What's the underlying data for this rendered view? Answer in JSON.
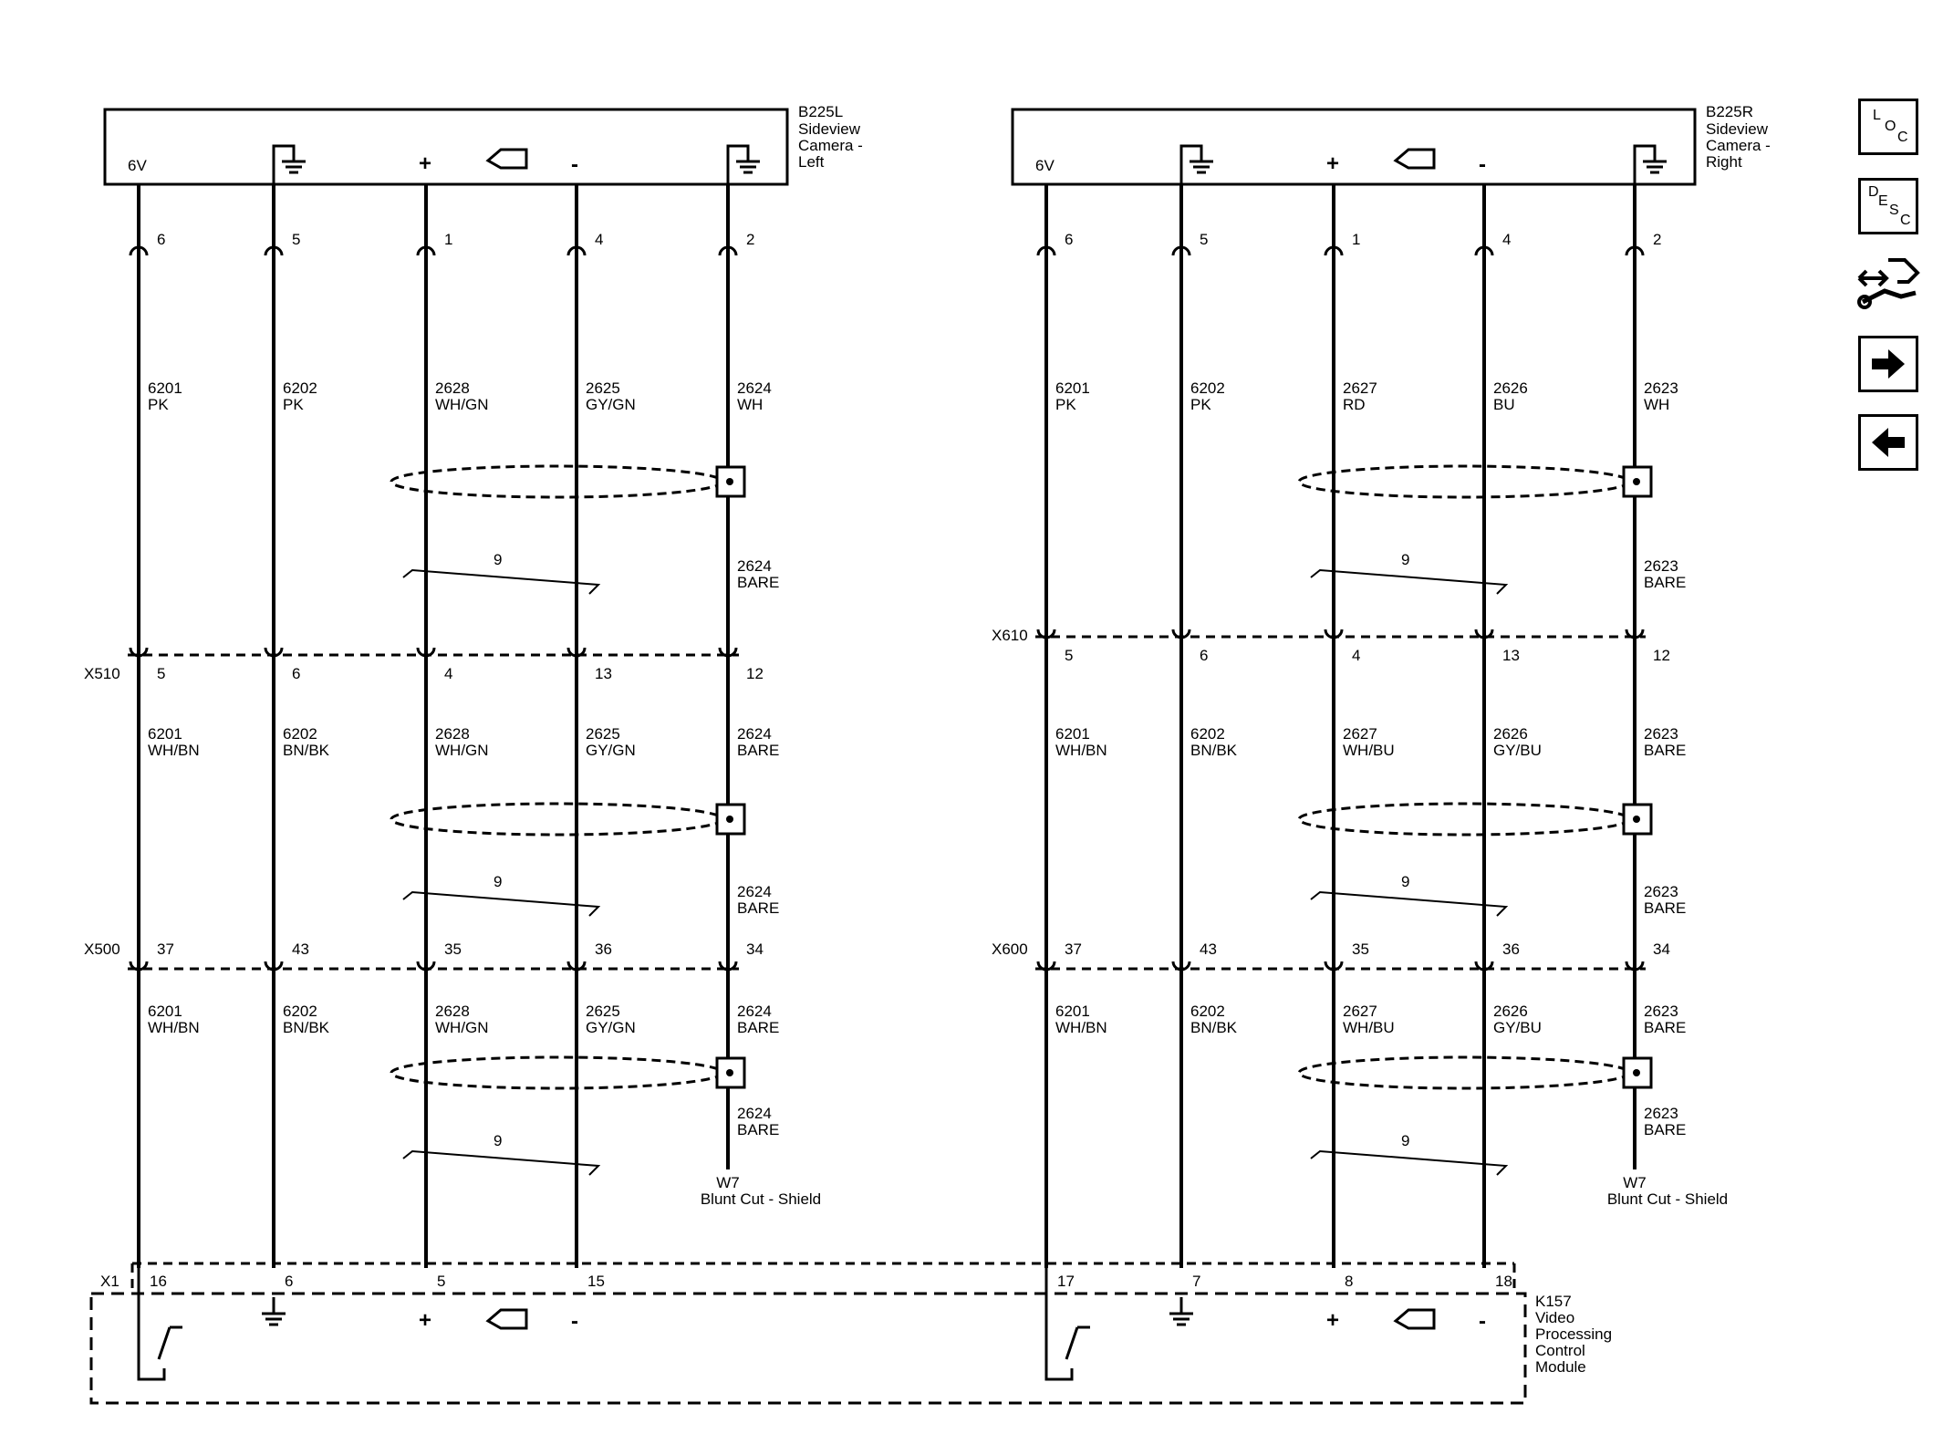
{
  "modules": {
    "left_camera": {
      "name": "B225L",
      "desc": [
        "Sideview",
        "Camera -",
        "Left"
      ],
      "pin_6v": "6V"
    },
    "right_camera": {
      "name": "B225R",
      "desc": [
        "Sideview",
        "Camera -",
        "Right"
      ],
      "pin_6v": "6V"
    },
    "vpcm": {
      "name": "K157",
      "desc": [
        "Video",
        "Processing",
        "Control",
        "Module"
      ],
      "connector": "X1"
    }
  },
  "sides": [
    {
      "cam_pins": [
        "6",
        "5",
        "1",
        "4",
        "2"
      ],
      "seg1": [
        [
          "6201",
          "PK"
        ],
        [
          "6202",
          "PK"
        ],
        [
          "2628",
          "WH/GN"
        ],
        [
          "2625",
          "GY/GN"
        ],
        [
          "2624",
          "WH"
        ]
      ],
      "seg1_drain": [
        "2624",
        "BARE"
      ],
      "conn_a": {
        "name": "X510",
        "pins": [
          "5",
          "6",
          "4",
          "13",
          "12"
        ]
      },
      "seg2": [
        [
          "6201",
          "WH/BN"
        ],
        [
          "6202",
          "BN/BK"
        ],
        [
          "2628",
          "WH/GN"
        ],
        [
          "2625",
          "GY/GN"
        ],
        [
          "2624",
          "BARE"
        ]
      ],
      "seg2_drain": [
        "2624",
        "BARE"
      ],
      "conn_b": {
        "name": "X500",
        "pins": [
          "37",
          "43",
          "35",
          "36",
          "34"
        ]
      },
      "seg3": [
        [
          "6201",
          "WH/BN"
        ],
        [
          "6202",
          "BN/BK"
        ],
        [
          "2628",
          "WH/GN"
        ],
        [
          "2625",
          "GY/GN"
        ],
        [
          "2624",
          "BARE"
        ]
      ],
      "seg3_drain": [
        "2624",
        "BARE"
      ],
      "shield_end": [
        "W7",
        "Blunt Cut - Shield"
      ],
      "twist": "9",
      "module_pins": [
        "16",
        "6",
        "5",
        "15"
      ]
    },
    {
      "cam_pins": [
        "6",
        "5",
        "1",
        "4",
        "2"
      ],
      "seg1": [
        [
          "6201",
          "PK"
        ],
        [
          "6202",
          "PK"
        ],
        [
          "2627",
          "RD"
        ],
        [
          "2626",
          "BU"
        ],
        [
          "2623",
          "WH"
        ]
      ],
      "seg1_drain": [
        "2623",
        "BARE"
      ],
      "conn_a": {
        "name": "X610",
        "pins": [
          "5",
          "6",
          "4",
          "13",
          "12"
        ]
      },
      "seg2": [
        [
          "6201",
          "WH/BN"
        ],
        [
          "6202",
          "BN/BK"
        ],
        [
          "2627",
          "WH/BU"
        ],
        [
          "2626",
          "GY/BU"
        ],
        [
          "2623",
          "BARE"
        ]
      ],
      "seg2_drain": [
        "2623",
        "BARE"
      ],
      "conn_b": {
        "name": "X600",
        "pins": [
          "37",
          "43",
          "35",
          "36",
          "34"
        ]
      },
      "seg3": [
        [
          "6201",
          "WH/BN"
        ],
        [
          "6202",
          "BN/BK"
        ],
        [
          "2627",
          "WH/BU"
        ],
        [
          "2626",
          "GY/BU"
        ],
        [
          "2623",
          "BARE"
        ]
      ],
      "seg3_drain": [
        "2623",
        "BARE"
      ],
      "shield_end": [
        "W7",
        "Blunt Cut - Shield"
      ],
      "twist": "9",
      "module_pins": [
        "17",
        "7",
        "8",
        "18"
      ]
    }
  ],
  "symbols": {
    "plus": "+",
    "minus": "-"
  },
  "nav": {
    "loc": {
      "letters": [
        "L",
        "O",
        "C"
      ]
    },
    "desc": {
      "letters": [
        "D",
        "E",
        "S",
        "C"
      ]
    },
    "icons": [
      "connector-tool-icon",
      "arrow-right-icon",
      "arrow-left-icon"
    ]
  }
}
